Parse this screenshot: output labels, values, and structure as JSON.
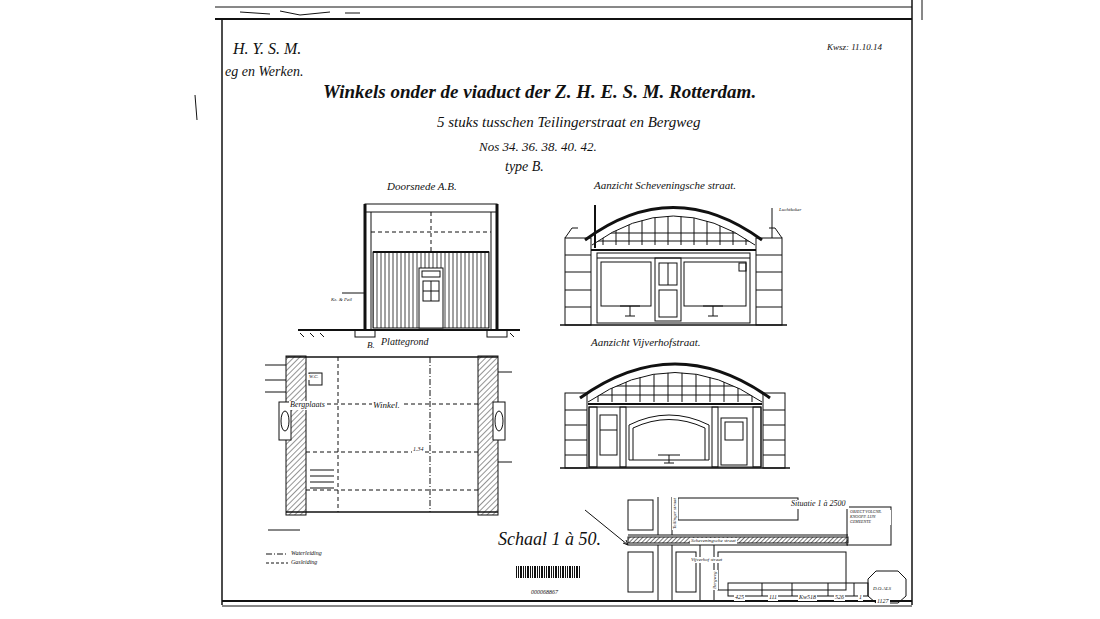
{
  "diagram": {
    "title": "Winkels onder de viaduct der Z. H. E. S. M. Rotterdam.",
    "nodes": [
      {
        "text": [
          "Doorsnede A.B."
        ]
      },
      {
        "text": [
          "Aanzicht Scheveningsche straat."
        ]
      },
      {
        "text": [
          "Plattegrond"
        ]
      },
      {
        "text": [
          "Aanzicht Vijverhofstraat."
        ]
      },
      {
        "text": [
          "Situatie 1 à 2500"
        ]
      }
    ],
    "labels": [
      "H. Y. S. M.",
      "eg en Werken.",
      "Kwsz: 11.10.14",
      "5 stuks tusschen Teilingerstraat en Bergweg",
      "Nos 34. 36. 38. 40. 42.",
      "type B.",
      "Kz. & Peil",
      "Luchtkoker",
      "B.",
      "Bergplaats",
      "W.C.",
      "Winkel.",
      "1.34",
      "Schaal 1 à 50.",
      "Teilinger straat",
      "Scheveningsche straat",
      "Vijverhof straat",
      "Bergweg",
      "000068867",
      "425",
      "111",
      "Kw518",
      "526",
      "1",
      "D.O.ALS",
      "1127",
      "OBJECT VOLGNR. KNOOPP. LIJN GEMEENTE"
    ],
    "legend": [
      {
        "text": "Waterleiding"
      },
      {
        "text": "Gasleiding"
      }
    ]
  }
}
